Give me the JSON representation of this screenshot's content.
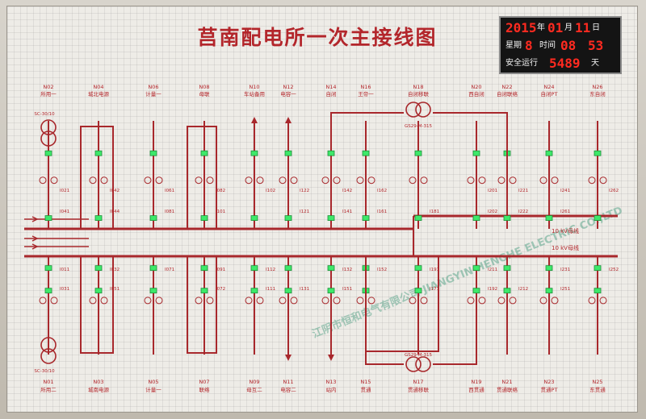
{
  "title": "莒南配电所一次主接线图",
  "clock": {
    "year": "2015",
    "year_unit": "年",
    "month": "01",
    "month_unit": "月",
    "day": "11",
    "day_unit": "日",
    "weekday_label": "星期",
    "weekday": "8",
    "time_label": "时间",
    "hour": "08",
    "minute": "53",
    "safe_label": "安全运行",
    "safe_days": "5489",
    "days_unit": "天"
  },
  "top_feeders": [
    {
      "num": "N02",
      "name": "所用一"
    },
    {
      "num": "N04",
      "name": "城北电源"
    },
    {
      "num": "N06",
      "name": "计量一"
    },
    {
      "num": "N08",
      "name": "母联"
    },
    {
      "num": "N10",
      "name": "车站备用"
    },
    {
      "num": "N12",
      "name": "电容一"
    },
    {
      "num": "N14",
      "name": "自闭"
    },
    {
      "num": "N16",
      "name": "王帝一"
    },
    {
      "num": "N18",
      "name": "自闭移联"
    },
    {
      "num": "N20",
      "name": "西自闭"
    },
    {
      "num": "N22",
      "name": "自闭联络"
    },
    {
      "num": "N24",
      "name": "自闭PT"
    },
    {
      "num": "N26",
      "name": "东自闭"
    }
  ],
  "bottom_feeders": [
    {
      "num": "N01",
      "name": "所用二"
    },
    {
      "num": "N03",
      "name": "城南电源"
    },
    {
      "num": "N05",
      "name": "计量一"
    },
    {
      "num": "N07",
      "name": "联络"
    },
    {
      "num": "N09",
      "name": "母互二"
    },
    {
      "num": "N11",
      "name": "电容二"
    },
    {
      "num": "N13",
      "name": "站内"
    },
    {
      "num": "N15",
      "name": "贯通"
    },
    {
      "num": "N17",
      "name": "贯通移联"
    },
    {
      "num": "N19",
      "name": "西贯通"
    },
    {
      "num": "N21",
      "name": "贯通联络"
    },
    {
      "num": "N23",
      "name": "贯通PT"
    },
    {
      "num": "N25",
      "name": "东贯通"
    }
  ],
  "bus_labels": {
    "upper": "10 kV母线",
    "lower": "10 kV母线"
  },
  "transformer_labels": {
    "top_left": "SC-30/10",
    "bottom_left": "SC-30/10",
    "top_mid": "GS29-M-315",
    "bottom_mid": "GS29-M-315"
  },
  "device_labels": {
    "top": [
      "I021",
      "I041",
      "I042",
      "I044",
      "I061",
      "I081",
      "I082",
      "I101",
      "I102",
      "I121",
      "I122",
      "I141",
      "I142",
      "I161",
      "I162",
      "I181",
      "I201",
      "I202",
      "I221",
      "I222",
      "I241",
      "I261",
      "I262"
    ],
    "bottom": [
      "I011",
      "I031",
      "I032",
      "I051",
      "I071",
      "I072",
      "I091",
      "I111",
      "I112",
      "I131",
      "I132",
      "I151",
      "I152",
      "I171",
      "I191",
      "I192",
      "I211",
      "I212",
      "I231",
      "I251",
      "I252"
    ]
  },
  "watermark": "江阴市恒和电气有限公司 JIANGYIN HENGHE ELECTRIC CO.,LTD",
  "colors": {
    "line": "#a8282c",
    "text": "#b3262b",
    "led": "#ff2a20",
    "green": "#3ee86a"
  }
}
